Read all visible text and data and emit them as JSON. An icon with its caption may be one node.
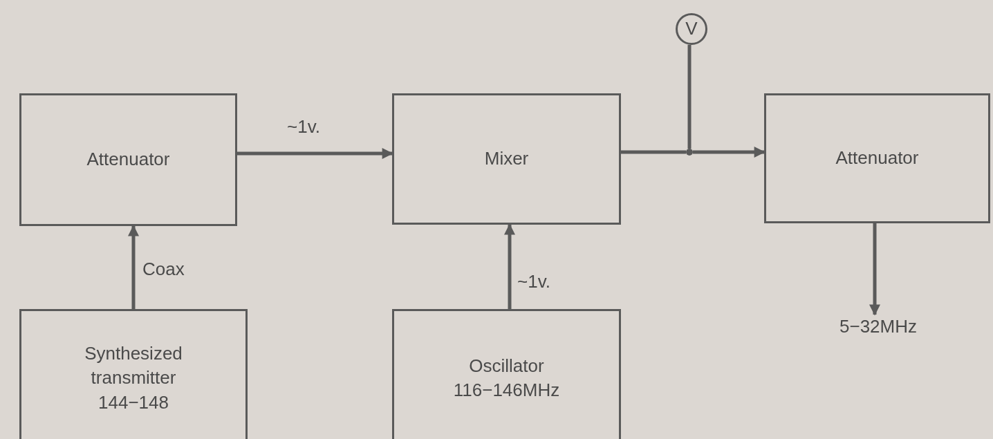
{
  "diagram": {
    "nodes": [
      {
        "text": [
          "Attenuator"
        ]
      },
      {
        "text": [
          "Mixer"
        ]
      },
      {
        "text": [
          "Attenuator"
        ]
      },
      {
        "text": [
          "Synthesized transmitter 144−148"
        ]
      },
      {
        "text": [
          "Oscillator 116−146MHz"
        ]
      },
      {
        "text": [
          "V"
        ]
      },
      {
        "text": [
          "5−32MHz"
        ]
      },
      {
        "text": [],
        "shape": "dot"
      }
    ],
    "edges": [
      {
        "from": 0,
        "to": 1,
        "arrow": "to",
        "label": "~1v."
      },
      {
        "from": 3,
        "to": 0,
        "arrow": "to",
        "label": "Coax"
      },
      {
        "from": 4,
        "to": 1,
        "arrow": "to",
        "label": "~1v."
      },
      {
        "from": 1,
        "to": 7,
        "arrow": "none"
      },
      {
        "from": 7,
        "to": 2,
        "arrow": "to"
      },
      {
        "from": 5,
        "to": 7,
        "arrow": "none"
      },
      {
        "from": 2,
        "to": 6,
        "arrow": "to"
      }
    ]
  }
}
